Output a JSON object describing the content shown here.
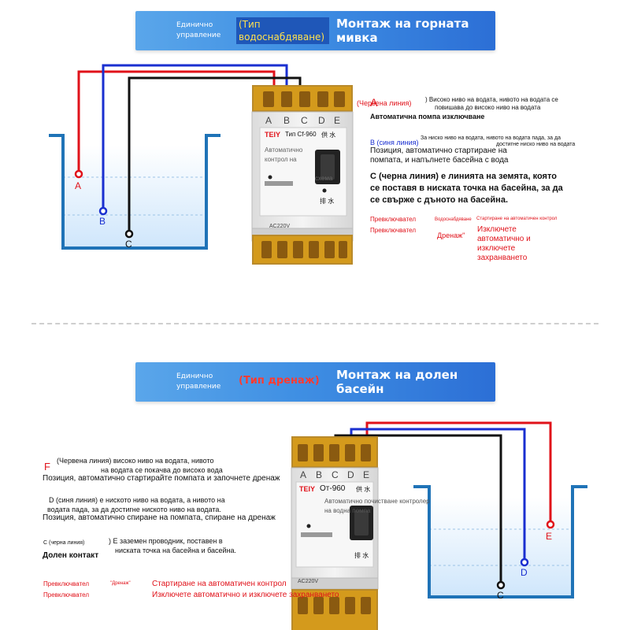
{
  "top_banner": {
    "small_label": "Единично управление",
    "type_label": "(Тип водоснабдяване)",
    "title": "Монтаж на горната мивка"
  },
  "bottom_banner": {
    "small_label": "Единично управление",
    "type_label": "(Тип дренаж)",
    "title": "Монтаж на долен басейн"
  },
  "terminals": [
    "A",
    "B",
    "C",
    "D",
    "E"
  ],
  "top_device": {
    "brand": "TEIY",
    "model": "Тип Cf-960",
    "mode_top": "供 水",
    "mode_bottom": "排 水",
    "overlay_1": "Автоматично",
    "overlay_2": "контрол на",
    "overlay_3": "схема",
    "voltage": "AC220V"
  },
  "bottom_device": {
    "brand": "TEIY",
    "model": "От-960",
    "mode_top": "供 水",
    "mode_bottom": "排 水",
    "overlay_1": "Автоматично почистване контролер",
    "overlay_2": "на водна помпа",
    "voltage": "AC220V"
  },
  "top_probes": [
    "A",
    "B",
    "C"
  ],
  "bottom_probes": [
    "E",
    "D",
    "C"
  ],
  "top_text": {
    "a_marker": "A",
    "a_label": "(Червена линия)",
    "a_line1": ") Високо ниво на водата, нивото на водата се",
    "a_line2": "повишава до високо ниво на водата",
    "a_line3": "Автоматична помпа изключване",
    "b_label": "B (синя линия)",
    "b_line1": "За ниско ниво на водата, нивото на водата пада, за да",
    "b_line2": "достигне ниско ниво на водата",
    "b_line3": "Позиция, автоматично стартиране на",
    "b_line4": "помпата, и напълнете басейна с вода",
    "c_line1": "С (черна линия) е линията на земята, която",
    "c_line2": "се поставя в ниската точка на басейна, за да",
    "c_line3": "се свърже с дъното на басейна.",
    "switch_1": "Превключвател",
    "switch_2": "Превключвател",
    "water_supply": "Водоснабдяване",
    "drain": "Дренаж\"",
    "auto_start": "Стартиране на автоматичен контрол",
    "auto_off_1": "Изключете",
    "auto_off_2": "автоматично и",
    "auto_off_3": "изключете",
    "auto_off_4": "захранването"
  },
  "bottom_text": {
    "f_marker": "F",
    "e_line1": "(Червена линия) високо ниво на водата, нивото",
    "e_line2": "на водата се покачва до високо вода",
    "e_line3": "Позиция, автоматично стартирайте помпата и започнете дренаж",
    "d_line1": "D (синя линия) е ниското ниво на водата, а нивото на",
    "d_line2": "водата пада, за да достигне ниското ниво на водата.",
    "d_line3": "Позиция, автоматично спиране на помпата, спиране на дренаж",
    "c_label": "С (черна линия)",
    "c_line1": ") Е заземен проводник, поставен в",
    "c_line2": "ниската точка на басейна и басейна.",
    "c_line3": "Долен контакт",
    "switch_1": "Превключвател",
    "switch_2": "Превключвател",
    "drain": "\"Дренаж\"",
    "auto_start": "Стартиране на автоматичен контрол",
    "auto_off": "Изключете автоматично и изключете захранването"
  },
  "colors": {
    "red_wire": "#e0121a",
    "blue_wire": "#1a2fd0",
    "black_wire": "#111111",
    "tank": "#1f73b7",
    "water": "#cfe6fb",
    "banner": "#3f8fe3",
    "terminal": "#d49a1c"
  }
}
